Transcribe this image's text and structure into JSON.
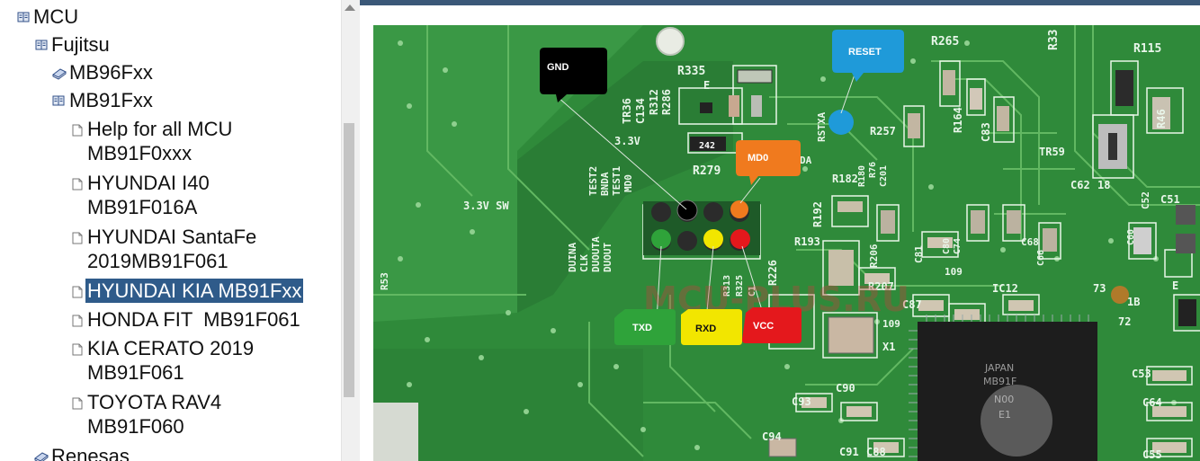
{
  "tree": {
    "items": [
      {
        "label": "MCU",
        "type": "book-open"
      },
      {
        "label": "Fujitsu",
        "type": "book-open"
      },
      {
        "label": "MB96Fxx",
        "type": "book-closed"
      },
      {
        "label": "MB91Fxx",
        "type": "book-open"
      },
      {
        "label": "Help for all MCU",
        "label2": "MB91F0xxx",
        "type": "page"
      },
      {
        "label": "HYUNDAI I40",
        "label2": "MB91F016A",
        "type": "page"
      },
      {
        "label": "HYUNDAI SantaFe",
        "label2": "2019MB91F061",
        "type": "page"
      },
      {
        "label": "HYUNDAI KIA MB91Fxx",
        "type": "page",
        "selected": true
      },
      {
        "label": "HONDA FIT  MB91F061",
        "type": "page"
      },
      {
        "label": "KIA CERATO 2019",
        "label2": "MB91F061",
        "type": "page"
      },
      {
        "label": "TOYOTA RAV4",
        "label2": "MB91F060",
        "type": "page"
      },
      {
        "label": "Renesas",
        "type": "book-closed"
      }
    ]
  },
  "photo": {
    "callouts": {
      "gnd": "GND",
      "reset": "RESET",
      "md0": "MD0",
      "txd": "TXD",
      "rxd": "RXD",
      "vcc": "VCC"
    },
    "labels": {
      "r335": "R335",
      "r265": "R265",
      "r115": "R115",
      "r33": "R33",
      "tr36": "TR36",
      "c134": "C134",
      "r312": "R312",
      "r286": "R286",
      "v33": "3.3V",
      "v33sw": "3.3V SW",
      "r279": "R279",
      "r182": "R182",
      "r257": "R257",
      "r164": "R164",
      "c83": "C83",
      "r46": "R46",
      "tr59": "TR59",
      "c62": "C62",
      "c51": "C51",
      "c52": "C52",
      "test2": "TEST2",
      "bndd": "BNDA",
      "test1": "TEST1",
      "md0s": "MD0",
      "duina": "DUINA",
      "clk": "CLK",
      "duouta": "DUOUTA",
      "duout": "DUOUT",
      "r192": "R192",
      "r193": "R193",
      "r226": "R226",
      "r206": "R206",
      "r207": "R207",
      "c87": "C87",
      "c81": "C81",
      "c80": "C80",
      "c74": "C74",
      "ic12": "IC12",
      "c68": "C68",
      "c66": "C66",
      "c60": "C60",
      "r53": "R53",
      "x1": "X1",
      "d109": "109",
      "c93": "C93",
      "c90": "C90",
      "c94": "C94",
      "c91": "C91",
      "c88": "C88",
      "c53": "C53",
      "c64": "C64",
      "c55": "C55",
      "n73": "73",
      "n72": "72",
      "n18": "18",
      "n242": "242",
      "e": "E",
      "rstxa": "RSTXA",
      "r180": "R180",
      "r76": "R76",
      "c201": "C201",
      "da": "DA",
      "n1b": "1B",
      "e2": "E",
      "chip1": "JAPAN",
      "chip2": "MB91F",
      "chip3": "N00",
      "chip4": "E1",
      "r313": "R313",
      "r325": "R325",
      "c1": "C1",
      "wm": "MCU-PLUS.RU"
    }
  },
  "colors": {
    "pcb": "#2f8a3a",
    "trace": "#5fb35e",
    "selection": "#2f5b8a",
    "topbar": "#3b5878",
    "gnd": "#000000",
    "reset": "#1f9ad9",
    "md0": "#f07a1e",
    "txd": "#2fa33a",
    "rxd": "#f2e600",
    "vcc": "#e4181c"
  }
}
